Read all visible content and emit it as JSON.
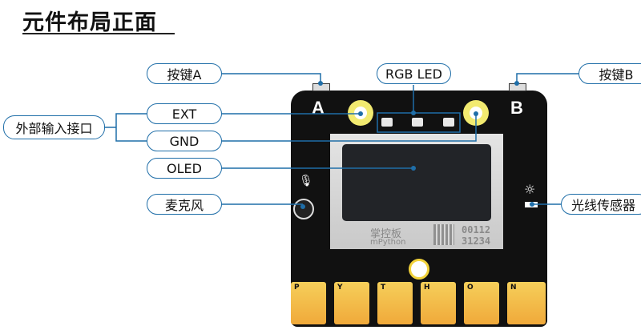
{
  "title": "元件布局正面",
  "labels": {
    "button_a": "按键A",
    "ext": "EXT",
    "gnd": "GND",
    "oled": "OLED",
    "mic": "麦克风",
    "ext_interface": "外部输入接口",
    "rgb_led": "RGB LED",
    "button_b": "按键B",
    "light_sensor": "光线传感器"
  },
  "board": {
    "button_a_mark": "A",
    "button_b_mark": "B",
    "logo_cn": "掌控板",
    "logo_en": "mPython",
    "serial_1": "00112",
    "serial_2": "31234",
    "letters": [
      "P",
      "Y",
      "T",
      "H",
      "O",
      "N"
    ]
  },
  "colors": {
    "line": "#1f6ea8",
    "pad": "#f2ea70",
    "gold": "#f0b040"
  }
}
